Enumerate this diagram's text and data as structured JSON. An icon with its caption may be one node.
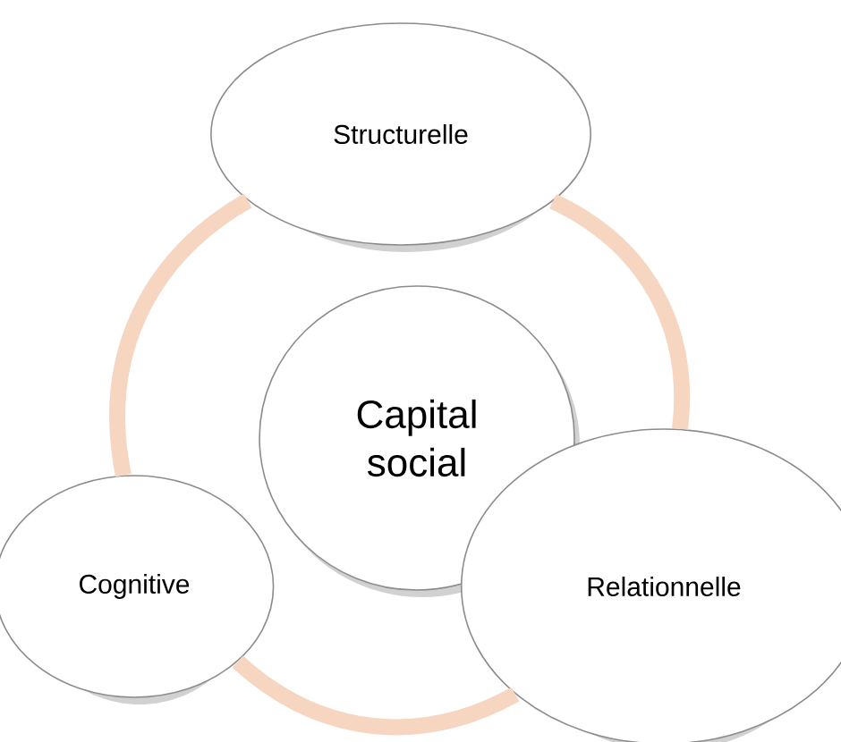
{
  "diagram": {
    "nodes": [
      {
        "text": [
          "Structurelle"
        ]
      },
      {
        "text": [
          "Capital social"
        ]
      },
      {
        "text": [
          "Cognitive"
        ]
      },
      {
        "text": [
          "Relationnelle"
        ]
      }
    ],
    "edges": [
      {
        "from": 0,
        "to": 3,
        "arrow": "none"
      },
      {
        "from": 3,
        "to": 2,
        "arrow": "none"
      },
      {
        "from": 2,
        "to": 0,
        "arrow": "none"
      }
    ]
  }
}
